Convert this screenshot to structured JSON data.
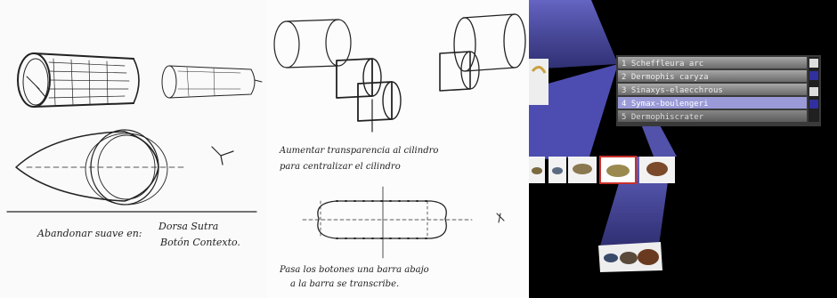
{
  "sketch_left": {
    "caption_line1": "Abandonar suave en:",
    "caption_right_line1": "Dorsa Sutra",
    "caption_right_line2": "Botón Contexto."
  },
  "sketch_middle": {
    "note_1_line1": "Aumentar transparencia al cilindro",
    "note_1_line2": "para centralizar el cilindro",
    "note_2_line1": "Pasa los botones una barra abajo",
    "note_2_line2": "a la barra se transcribe."
  },
  "ui_panel": {
    "list_items": [
      {
        "label": "1 Scheffleura arc"
      },
      {
        "label": "2 Dermophis caryza"
      },
      {
        "label": "3 Sinaxys-elaecchrous"
      },
      {
        "label": "4 Symax-boulengeri"
      },
      {
        "label": "5 Dermophiscrater"
      }
    ],
    "selected_index": 3,
    "accent_color": "#d0d0f0",
    "frame_color": "#c8302a"
  }
}
